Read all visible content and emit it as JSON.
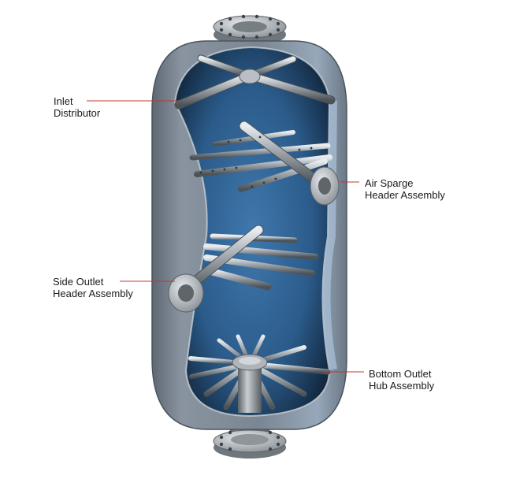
{
  "diagram": {
    "labels": {
      "inlet": {
        "line1": "Inlet",
        "line2": "Distributor"
      },
      "air_sparge": {
        "line1": "Air Sparge",
        "line2": "Header Assembly"
      },
      "side_outlet": {
        "line1": "Side Outlet",
        "line2": "Header Assembly"
      },
      "bottom_outlet": {
        "line1": "Bottom Outlet",
        "line2": "Hub Assembly"
      }
    },
    "colors": {
      "vessel_shell": "#7d8996",
      "vessel_interior": "#2e5f8e",
      "pipe_metal": "#9aa1a8",
      "leader_line": "#c0392b"
    }
  }
}
